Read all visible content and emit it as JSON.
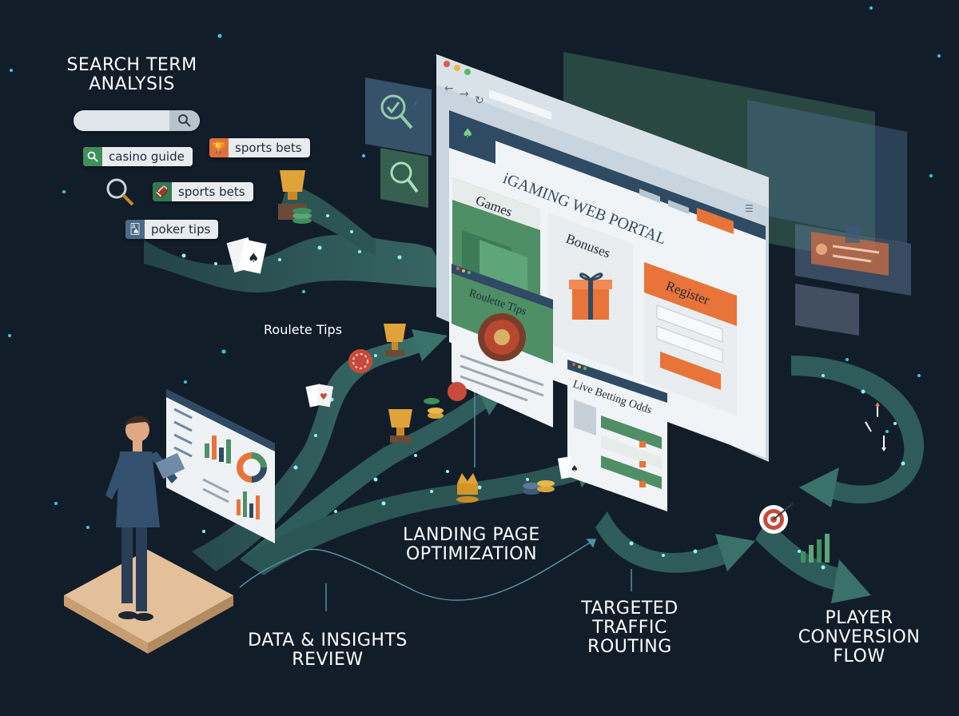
{
  "labels": {
    "search_term": [
      "SEARCH TERM",
      "ANALYSIS"
    ],
    "landing": [
      "LANDING PAGE",
      "OPTIMIZATION"
    ],
    "data_insights": [
      "DATA & INSIGHTS",
      "REVIEW"
    ],
    "targeted": [
      "TARGETED",
      "TRAFFIC",
      "ROUTING"
    ],
    "conversion": [
      "PLAYER",
      "CONVERSION",
      "FLOW"
    ],
    "roulete_tips": "Roulete Tips"
  },
  "search_chips": [
    {
      "label": "casino guide",
      "icon": "search-icon",
      "color": "#3f8f5c"
    },
    {
      "label": "sports bets",
      "icon": "trophy-icon",
      "color": "#e0703a"
    },
    {
      "label": "sports bets",
      "icon": "football-icon",
      "color": "#2f7a52"
    },
    {
      "label": "poker tips",
      "icon": "cards-icon",
      "color": "#4a6a8a"
    }
  ],
  "portal": {
    "title": "iGAMING WEB PORTAL",
    "games": "Games",
    "bonuses": "Bonuses",
    "register": "Register"
  },
  "roulette_card": {
    "title": "Roulette Tips"
  },
  "live_odds_card": {
    "title": "Live Betting Odds"
  },
  "colors": {
    "background": "#121d2a",
    "path": "#2e5c5a",
    "accent_orange": "#e8743a",
    "accent_green": "#3f8f5c",
    "portal_header": "#2f4a63"
  }
}
